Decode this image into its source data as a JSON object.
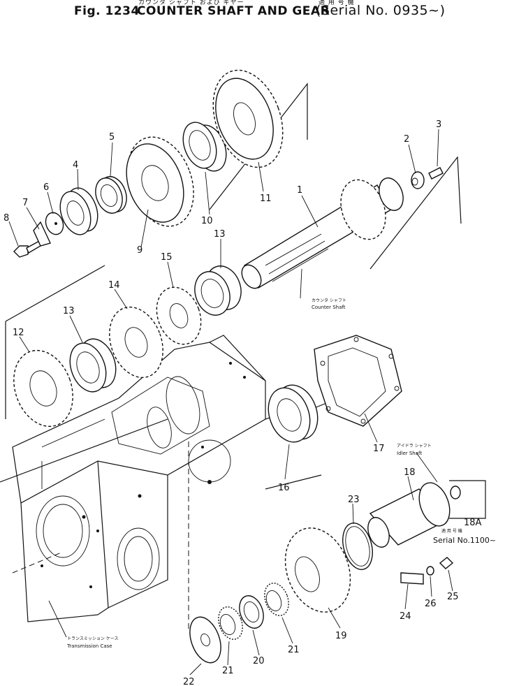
{
  "figure": {
    "jp_title": "カウンタ シャフト および ギヤー",
    "fig_no": "Fig. 1234",
    "title": "COUNTER SHAFT AND GEAR",
    "serial": "(Serial No. 0935~)",
    "jp_serial": "適 用 号 機"
  },
  "captions": {
    "counter_shaft_jp": "カウンタ シャフト",
    "counter_shaft": "Counter Shaft",
    "idler_shaft_jp": "アイドラ シャフト",
    "idler_shaft": "Idler Shaft",
    "transmission_case_jp": "トランスミッション ケース",
    "transmission_case": "Transmission Case",
    "serial_jp": "適 用 号 機",
    "serial": "Serial No.1100~"
  },
  "callouts": {
    "p1": "1",
    "p2": "2",
    "p3": "3",
    "p4": "4",
    "p5": "5",
    "p6": "6",
    "p7": "7",
    "p8": "8",
    "p9": "9",
    "p10": "10",
    "p11": "11",
    "p13a": "13",
    "p13b": "13",
    "p12": "12",
    "p14": "14",
    "p15": "15",
    "p16": "16",
    "p17": "17",
    "p18": "18",
    "p18a": "18A",
    "p19": "19",
    "p20": "20",
    "p21a": "21",
    "p21b": "21",
    "p22": "22",
    "p23": "23",
    "p24": "24",
    "p25": "25",
    "p26": "26"
  }
}
